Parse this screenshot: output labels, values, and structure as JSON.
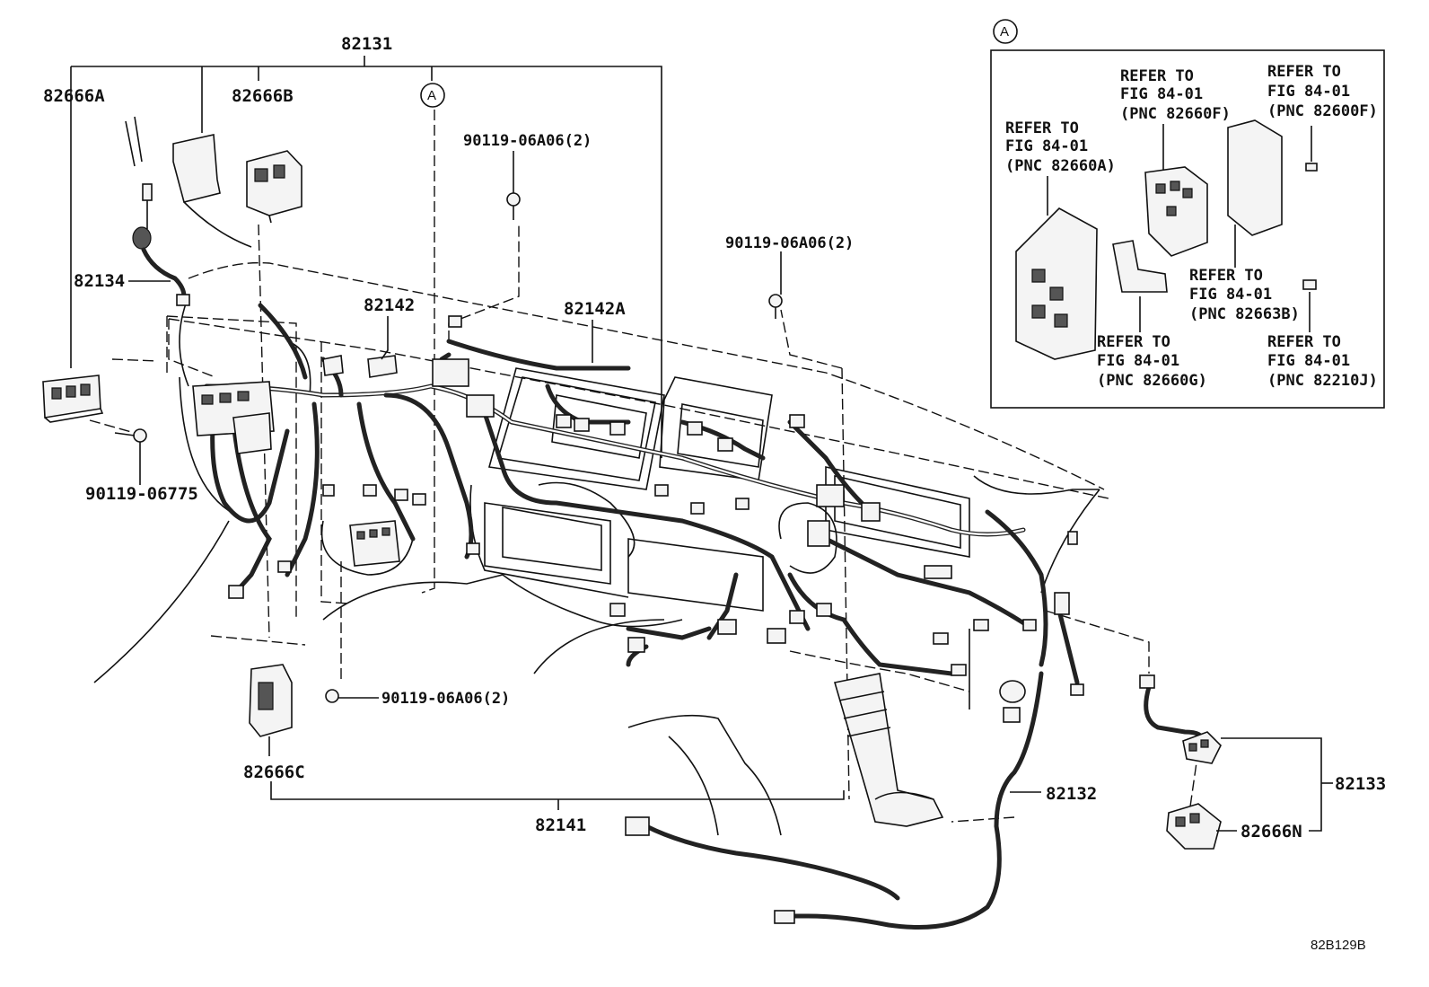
{
  "callouts": {
    "c82131": "82131",
    "c82666A": "82666A",
    "c82666B": "82666B",
    "c82134": "82134",
    "c82142": "82142",
    "c82142A": "82142A",
    "c90119_top": "90119-06A06(2)",
    "c90119_mid": "90119-06A06(2)",
    "c90119_06775": "90119-06775",
    "c90119_bottom": "90119-06A06(2)",
    "c82666C": "82666C",
    "c82141": "82141",
    "c82132": "82132",
    "c82133": "82133",
    "c82666N": "82666N",
    "ref_marker": "A",
    "ref_marker_box": "A"
  },
  "inset": {
    "refs": [
      {
        "l1": "REFER TO",
        "l2": "FIG 84-01",
        "l3": "(PNC 82660A)"
      },
      {
        "l1": "REFER TO",
        "l2": "FIG 84-01",
        "l3": "(PNC 82660F)"
      },
      {
        "l1": "REFER TO",
        "l2": "FIG 84-01",
        "l3": "(PNC 82600F)"
      },
      {
        "l1": "REFER TO",
        "l2": "FIG 84-01",
        "l3": "(PNC 82663B)"
      },
      {
        "l1": "REFER TO",
        "l2": "FIG 84-01",
        "l3": "(PNC 82660G)"
      },
      {
        "l1": "REFER TO",
        "l2": "FIG 84-01",
        "l3": "(PNC 82210J)"
      }
    ]
  },
  "figure_id": "82B129B"
}
